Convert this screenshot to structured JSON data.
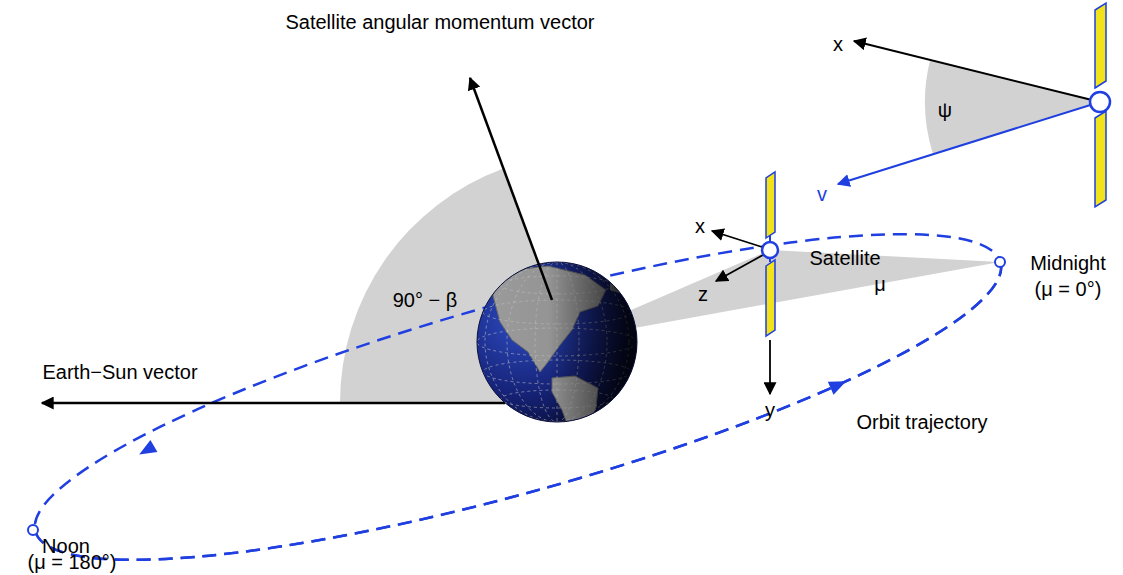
{
  "diagram": {
    "labels": [
      "Satellite angular momentum vector",
      "x",
      "ψ",
      "v",
      "x",
      "Satellite",
      "Midnight",
      "(μ = 0°)",
      "90° − β",
      "z",
      "μ",
      "Earth−Sun vector",
      "y",
      "Orbit trajectory",
      "Noon",
      "(μ = 180°)"
    ]
  }
}
